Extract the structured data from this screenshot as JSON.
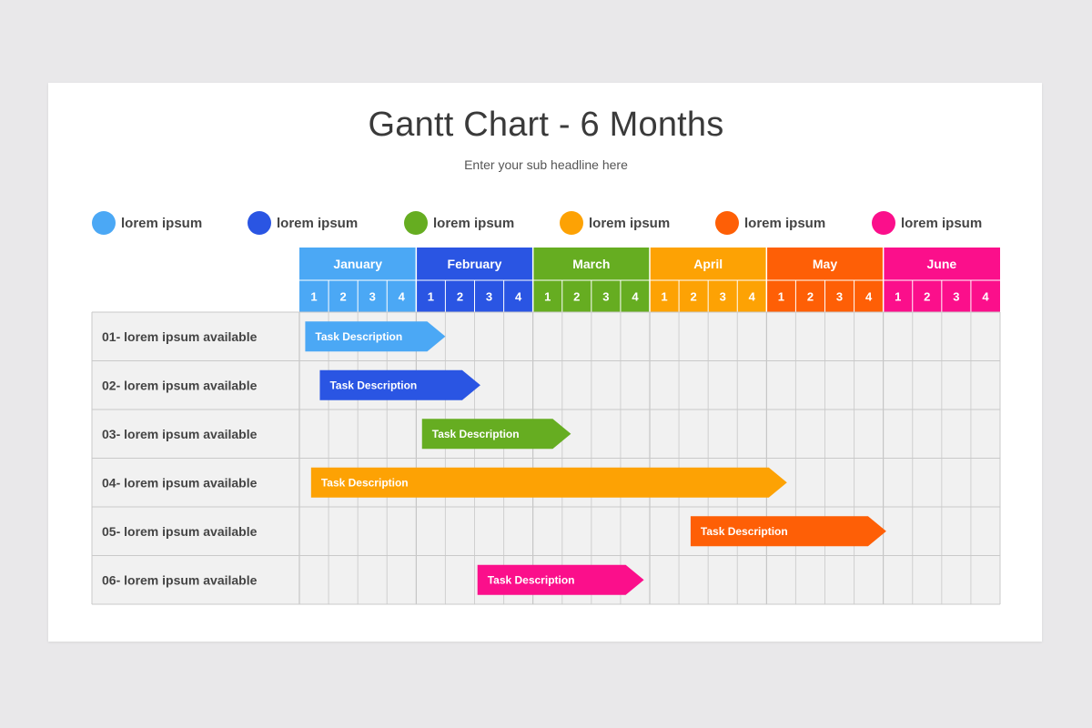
{
  "title": "Gantt Chart - 6 Months",
  "subtitle": "Enter your sub headline here",
  "legend": [
    {
      "label": "lorem ipsum",
      "color": "#4ba8f5"
    },
    {
      "label": "lorem ipsum",
      "color": "#2a55e3"
    },
    {
      "label": "lorem ipsum",
      "color": "#66ad21"
    },
    {
      "label": "lorem ipsum",
      "color": "#fda204"
    },
    {
      "label": "lorem ipsum",
      "color": "#fe5f06"
    },
    {
      "label": "lorem ipsum",
      "color": "#fb0f8b"
    }
  ],
  "chart_data": {
    "type": "gantt",
    "months": [
      {
        "name": "January",
        "color": "#4ba8f5"
      },
      {
        "name": "February",
        "color": "#2a55e3"
      },
      {
        "name": "March",
        "color": "#66ad21"
      },
      {
        "name": "April",
        "color": "#fda204"
      },
      {
        "name": "May",
        "color": "#fe5f06"
      },
      {
        "name": "June",
        "color": "#fb0f8b"
      }
    ],
    "weeks": [
      "1",
      "2",
      "3",
      "4"
    ],
    "tasks": [
      {
        "row": "01- lorem ipsum available",
        "label": "Task Description",
        "start": 0.2,
        "end": 5.0,
        "color": "#4ba8f5"
      },
      {
        "row": "02- lorem ipsum available",
        "label": "Task Description",
        "start": 0.7,
        "end": 6.2,
        "color": "#2a55e3"
      },
      {
        "row": "03- lorem ipsum available",
        "label": "Task Description",
        "start": 4.2,
        "end": 9.3,
        "color": "#66ad21"
      },
      {
        "row": "04- lorem ipsum available",
        "label": "Task Description",
        "start": 0.4,
        "end": 16.7,
        "color": "#fda204"
      },
      {
        "row": "05- lorem ipsum available",
        "label": "Task Description",
        "start": 13.4,
        "end": 20.1,
        "color": "#fe5f06"
      },
      {
        "row": "06- lorem ipsum available",
        "label": "Task Description",
        "start": 6.1,
        "end": 11.8,
        "color": "#fb0f8b"
      }
    ]
  }
}
